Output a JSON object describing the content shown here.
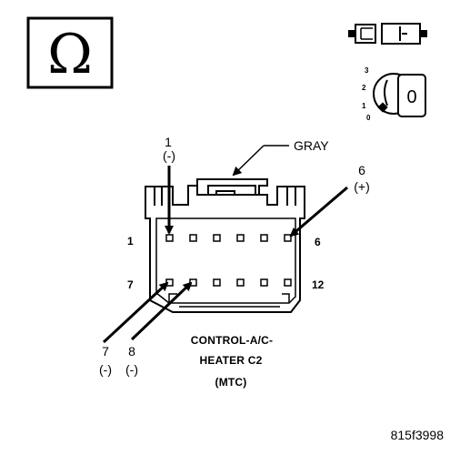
{
  "meter": {
    "symbol": "Ω",
    "icon": "ohmmeter-icon"
  },
  "ignition": {
    "positions": [
      "3",
      "2",
      "1",
      "0"
    ],
    "key_label": "0",
    "icon": "ignition-key-icon"
  },
  "wire_color": "GRAY",
  "callouts": [
    {
      "pin": "1",
      "polarity": "(-)"
    },
    {
      "pin": "6",
      "polarity": "(+)"
    },
    {
      "pin": "7",
      "polarity": "(-)"
    },
    {
      "pin": "8",
      "polarity": "(-)"
    }
  ],
  "row_labels": {
    "top_left": "1",
    "top_right": "6",
    "bottom_left": "7",
    "bottom_right": "12"
  },
  "connector": {
    "name_line1": "CONTROL-A/C-",
    "name_line2": "HEATER C2",
    "name_line3": "(MTC)",
    "pins_per_row": 6,
    "rows": 2
  },
  "figure_code": "815f3998"
}
